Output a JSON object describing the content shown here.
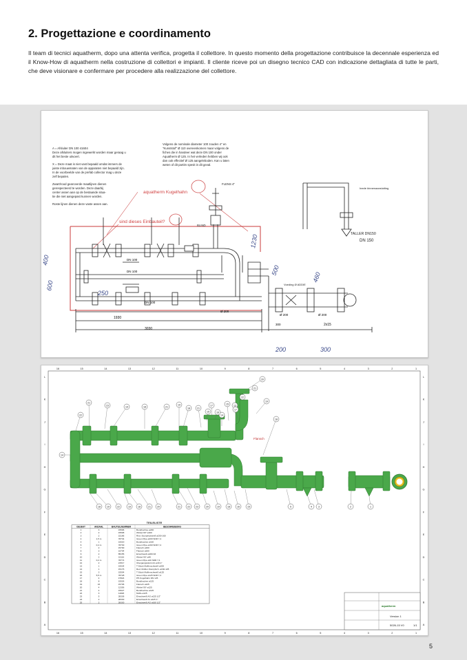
{
  "page": {
    "title": "2. Progettazione e coordinamento",
    "intro": "Il team di tecnici aquatherm, dopo una attenta verifica, progetta il collettore. In questo momento della progettazione contribuisce la decennale esperienza ed il Know-How di aquatherm nella costruzione di collettori e impianti. Il cliente riceve poi un disegno tecnico CAD con indicazione dettagliata di tutte le parti, che deve visionare e confermare per procedere alla realizzazione del collettore.",
    "page_number": "5"
  },
  "sketch": {
    "notes_left": [
      "A = Afsluiter DN 100       41604",
      "Deze afsluiters mogen ingewerkt worden maar geraag u",
      "dit het beste uitvoert.",
      "X = Deze maat is niet vast bepaald omdat immers de",
      "juiste inbouwmaten van de apparaten niet bepaald zijn.",
      "In de voorbeelde van de prefab collector mag u deze",
      "zelf bepalen.",
      "Zwart/rood gearceerde maatlijnen dienen",
      "gerespecteerd te worden. Deze daarbij",
      "center assen aan op de bestaande situa-",
      "tie die niet aangepast kunnen worden.",
      "Roste lijnen dienen deze vaste assen aan."
    ],
    "notes_right": [
      "Volgens de nominale diameter 100 zouden 4\" en",
      "\"Kunststof\" Ø 110 overeenkomen maar volgens de",
      "fiches die in handeer wat deze DN 100 onder",
      "Aquatherm Ø 125. In het verleden hebben wij ook",
      "dan ook effectief Ø 125 aangeleboden. Kan u laten",
      "weten of dit partim spesit in dit geval."
    ],
    "red_annotations": [
      "aquatherm Kugelhahn",
      "sind dieses Einbauteil?"
    ],
    "dim_labels": [
      "DN 100",
      "DN 100",
      "DN 100",
      "Ø 200",
      "Ø 200",
      "DN 150",
      "1930",
      "3030",
      "200",
      "300",
      "250",
      "1230",
      "Ø 200",
      "300",
      "2x15"
    ],
    "hand_notes": [
      "400",
      "600",
      "500",
      "460",
      "TALLER DN150",
      "FLENS 4\"",
      "BLIND",
      "Voeding Ø ADDIE",
      "Inede binnenaansluiting"
    ]
  },
  "cad": {
    "column_markers": [
      "16",
      "15",
      "14",
      "13",
      "12",
      "11",
      "10",
      "9",
      "8",
      "7",
      "6",
      "5",
      "4",
      "3",
      "2",
      "1"
    ],
    "row_markers": [
      "L",
      "K",
      "J",
      "I",
      "H",
      "G",
      "F",
      "E",
      "D",
      "C",
      "B",
      "A"
    ],
    "balloons_top": [
      "21",
      "22",
      "23",
      "19",
      "18",
      "21",
      "19",
      "18",
      "21",
      "17",
      "15",
      "14",
      "13",
      "22",
      "21",
      "20",
      "19",
      "18",
      "17",
      "16",
      "15",
      "14"
    ],
    "balloons_bottom": [
      "18",
      "19",
      "22",
      "19",
      "18",
      "21",
      "20",
      "21",
      "22",
      "23",
      "20",
      "19",
      "18",
      "16",
      "15",
      "5",
      "4",
      "3",
      "2",
      "1"
    ],
    "label_flange": "Flansch",
    "parts_list": {
      "title": "TEILELISTE",
      "headers": [
        "OBJEKT",
        "ANZAHL",
        "BAUTEILNUMMER",
        "BESCHREIBUNG"
      ],
      "rows": [
        [
          "1",
          "3",
          "15506",
          "Bundbuchse ø200"
        ],
        [
          "2",
          "2",
          "15508",
          "Winkel 90° ø160"
        ],
        [
          "3",
          "2",
          "15186",
          "Red. Stumpfschweiß ø200-160"
        ],
        [
          "4",
          "1,5 m",
          "78734",
          "Green Pipe ø200 SDR 7,4"
        ],
        [
          "5",
          "1",
          "15520",
          "Bundbuchse ø160"
        ],
        [
          "6",
          "0,4 m",
          "78730",
          "Green Pipe ø160 SDR 7,4"
        ],
        [
          "7",
          "2",
          "15700",
          "Flansch ø160"
        ],
        [
          "8",
          "3",
          "15704",
          "Flansch ø200"
        ],
        [
          "9",
          "2",
          "85155",
          "Einschweiß ø200-63"
        ],
        [
          "10",
          "2",
          "15116",
          "Winkel 90° ø40"
        ],
        [
          "11",
          "0,2 m",
          "78774",
          "Green Pipe ø40 SDR 7,4"
        ],
        [
          "12",
          "2",
          "21517",
          "Übergangsstück AG ø40-1\""
        ],
        [
          "13",
          "1",
          "15534",
          "T-Stück Muffenschweiß ø200"
        ],
        [
          "14",
          "1",
          "15176",
          "Red. Muffen-Stumpfsch. ø160-125"
        ],
        [
          "15",
          "3",
          "15504",
          "T-Stück Muffenschweiß ø125"
        ],
        [
          "16",
          "5,5 m",
          "78728",
          "Green Pipe ø125 SDR 7,4"
        ],
        [
          "17",
          "4",
          "47824",
          "PP-Kugelhahn DN 125"
        ],
        [
          "18",
          "8",
          "15526",
          "Bundbuchse ø125"
        ],
        [
          "19",
          "16",
          "15706",
          "Flansch ø125"
        ],
        [
          "20",
          "4",
          "12356",
          "Winkel 90° ø125"
        ],
        [
          "21",
          "4",
          "15627",
          "Bundbuchse ø125"
        ],
        [
          "22",
          "3",
          "11826",
          "Muffe ø125"
        ],
        [
          "23",
          "5",
          "28336",
          "Einschweiß AG ø125 1/2\""
        ],
        [
          "24",
          "2",
          "28330",
          "Einschweiß IG ø125 1\""
        ],
        [
          "25",
          "2",
          "28330",
          "Einschweiß AG ø160 1/2\""
        ]
      ]
    },
    "title_block": {
      "version": "Version 1",
      "drawing_number": "5026-15 V0",
      "sheet": "1/1",
      "company": "aquatherm"
    }
  }
}
